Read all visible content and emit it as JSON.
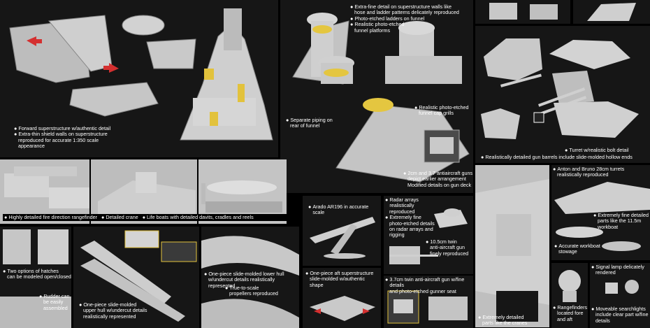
{
  "panels": {
    "superstructure": {
      "lines": [
        "Forward superstructure w/authentic detail",
        "Extra-thin shield walls on superstructure",
        "reproduced for accurate 1:350 scale",
        "appearance"
      ]
    },
    "funnel": {
      "cap1": [
        "Extra-fine detail on superstructure walls like",
        "hose and ladder patterns delicately reproduced"
      ],
      "cap2": [
        "Photo-etched ladders on funnel"
      ],
      "cap3": [
        "Realistic photo-etched",
        "funnel platforms"
      ],
      "cap4": [
        "Separate piping on",
        "rear of funnel"
      ],
      "cap5": [
        "Realistic photo-etched",
        "funnel cap grills"
      ],
      "cap6": [
        "2cm and 3.7 antiaircraft guns",
        "depict earlier arrangement",
        "Modified details on gun deck"
      ]
    },
    "turret": {
      "cap1": [
        "Turret w/realistic bolt detail"
      ],
      "cap2": [
        "Realistically detailed gun barrels include slide-molded hollow ends"
      ]
    },
    "strip": {
      "cap1": "Highly detailed fire direction rangefinder",
      "cap2": "Detailed crane",
      "cap3": "Life boats with detailed davits, cradles and reels"
    },
    "arado": {
      "cap": "Arado AR196 in accurate scale"
    },
    "radar": {
      "cap1": [
        "Radar arrays realistically",
        "reproduced"
      ],
      "cap2": [
        "Extremely fine",
        "photo-etched details",
        "on radar arrays and",
        "rigging"
      ],
      "cap3": [
        "10.5cm twin",
        "anti-aircraft gun",
        "finely reproduced"
      ]
    },
    "anton": {
      "cap1": [
        "Anton and Bruno 28cm turrets",
        "realistically reproduced"
      ],
      "cap2": [
        "Extremely fine detailed",
        "parts like the 11.5m",
        "workboat"
      ],
      "cap3": [
        "Accurate workboat",
        "stowage"
      ]
    },
    "hatches": {
      "cap1": [
        "Two options of hatches",
        "can be modeled open/closed"
      ],
      "cap2": [
        "Rudder can",
        "be easily",
        "assembled"
      ]
    },
    "hull": {
      "cap": [
        "One-piece slide-molded",
        "upper hull w/undercut details",
        "realistically represented"
      ]
    },
    "lowerhull": {
      "cap1": [
        "One-piece slide-molded lower hull",
        "w/undercut details realistically represented"
      ],
      "cap2": [
        "True-to-scale",
        "propellers reproduced"
      ]
    },
    "aft": {
      "cap": [
        "One-piece aft superstructure",
        "slide-molded w/authentic",
        "shape"
      ]
    },
    "aagun": {
      "cap": [
        "3.7cm twin anti-aircraft gun w/fine details",
        "and photo-etched gunner seat"
      ]
    },
    "cranes": {
      "cap": [
        "Extremely detailed",
        "parts like the cranes"
      ]
    },
    "rangefinder": {
      "cap": [
        "Rangefinders",
        "located fore",
        "and aft"
      ]
    },
    "signal": {
      "cap1": [
        "Signal lamp delicately",
        "rendered"
      ],
      "cap2": [
        "Moveable searchlights",
        "include clear part w/fine",
        "details"
      ]
    }
  },
  "bullet": "●"
}
